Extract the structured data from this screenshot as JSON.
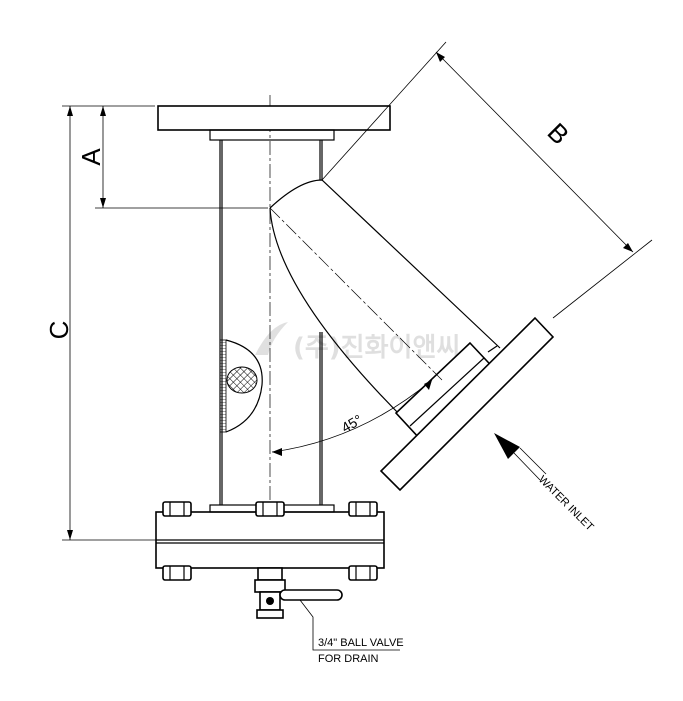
{
  "dimensions": {
    "a": "A",
    "b": "B",
    "c": "C"
  },
  "angle_label": "45°",
  "water_inlet_label": "WATER INLET",
  "valve_note": {
    "line1": "3/4\" BALL VALVE",
    "line2": "FOR DRAIN"
  },
  "watermark": "(주)진화이앤씨"
}
